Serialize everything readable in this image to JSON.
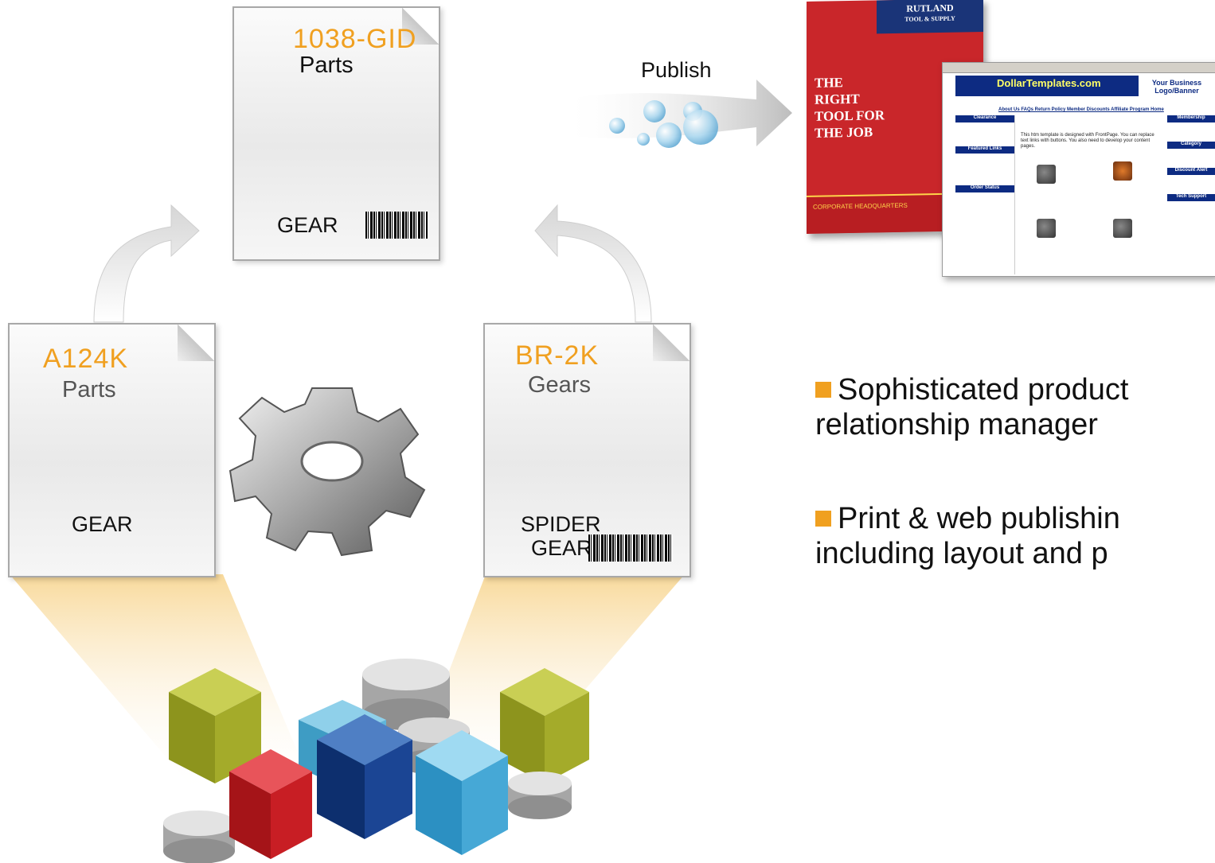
{
  "documents": {
    "top": {
      "code": "1038-GID",
      "category": "Parts",
      "label": "GEAR"
    },
    "left": {
      "code": "A124K",
      "category": "Parts",
      "label": "GEAR"
    },
    "right": {
      "code": "BR-2K",
      "category": "Gears",
      "label_line1": "SPIDER",
      "label_line2": "GEAR"
    }
  },
  "publish_label": "Publish",
  "catalog": {
    "brand_line1": "RUTLAND",
    "brand_line2": "TOOL & SUPPLY",
    "title_lines": [
      "THE",
      "RIGHT",
      "TOOL FOR",
      "THE JOB"
    ],
    "footer": "CORPORATE HEADQUARTERS"
  },
  "website": {
    "site_name": "DollarTemplates.com",
    "brand_line1": "Your Business",
    "brand_line2": "Logo/Banner",
    "nav": "About Us   FAQs   Return Policy   Member Discounts   Affiliate Program   Home",
    "left_heads": [
      "Clearance",
      "Featured Links",
      "Order Status"
    ],
    "right_heads": [
      "Membership",
      "Category",
      "Discount Alert",
      "Tech Support"
    ],
    "body_text": "This htm template is designed with FrontPage. You can replace text links with buttons. You also need to develop your content pages."
  },
  "bullets": [
    {
      "line1": "Sophisticated product",
      "line2": "relationship manager"
    },
    {
      "line1": "Print & web publishin",
      "line2": "including layout and p"
    }
  ],
  "colors": {
    "accent": "#f0a020",
    "catalog_red": "#c9262a",
    "web_blue": "#0d2b82"
  }
}
